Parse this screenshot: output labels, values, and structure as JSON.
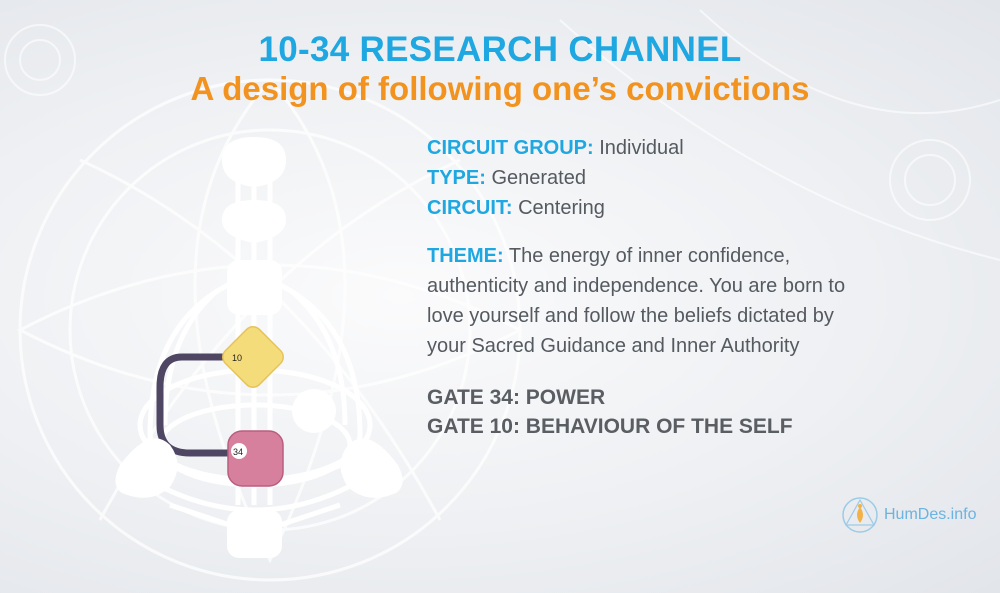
{
  "title": "10-34 RESEARCH CHANNEL",
  "subtitle": "A design of following one’s convictions",
  "info": {
    "circuit_group_label": "CIRCUIT GROUP:",
    "circuit_group_value": "Individual",
    "type_label": "TYPE:",
    "type_value": "Generated",
    "circuit_label": "CIRCUIT:",
    "circuit_value": "Centering",
    "theme_label": "THEME:",
    "theme_value": "The energy of inner confidence, authenticity and independence. You are born to love yourself and follow the beliefs dictated by your Sacred Guidance and Inner Authority"
  },
  "gates": [
    "GATE 34: POWER",
    "GATE 10: BEHAVIOUR OF THE SELF"
  ],
  "bodygraph": {
    "gate_a": "10",
    "gate_b": "34",
    "g_center_color": "#f5dc7a",
    "sacral_color": "#d7809e",
    "channel_color": "#4e4663"
  },
  "logo": {
    "text": "HumDes.info"
  },
  "colors": {
    "title": "#1ea7e1",
    "subtitle": "#f2931f",
    "body_text": "#555a60"
  }
}
